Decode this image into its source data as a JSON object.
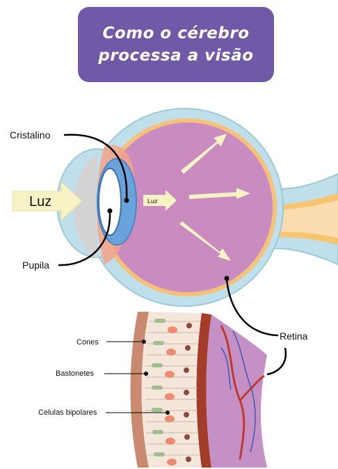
{
  "title": {
    "line1": "Como o cérebro",
    "line2": "processa a visão"
  },
  "labels": {
    "cristalino": "Cristalino",
    "luz_big": "Luz",
    "luz_small": "Luz",
    "pupila": "Pupila",
    "retina": "Retina",
    "cones": "Cones",
    "bastonetes": "Bastonetes",
    "bipolares": "Celulas bipolares"
  },
  "colors": {
    "title_bg": "#7059a6",
    "eye_outer": "#bfe0ea",
    "eye_inner": "#c98bc0",
    "retina_band": "#f6c27a",
    "arrow": "#f7f3c4",
    "nerve": "#fbd9a6",
    "blood_vessel": "#c0392b"
  }
}
